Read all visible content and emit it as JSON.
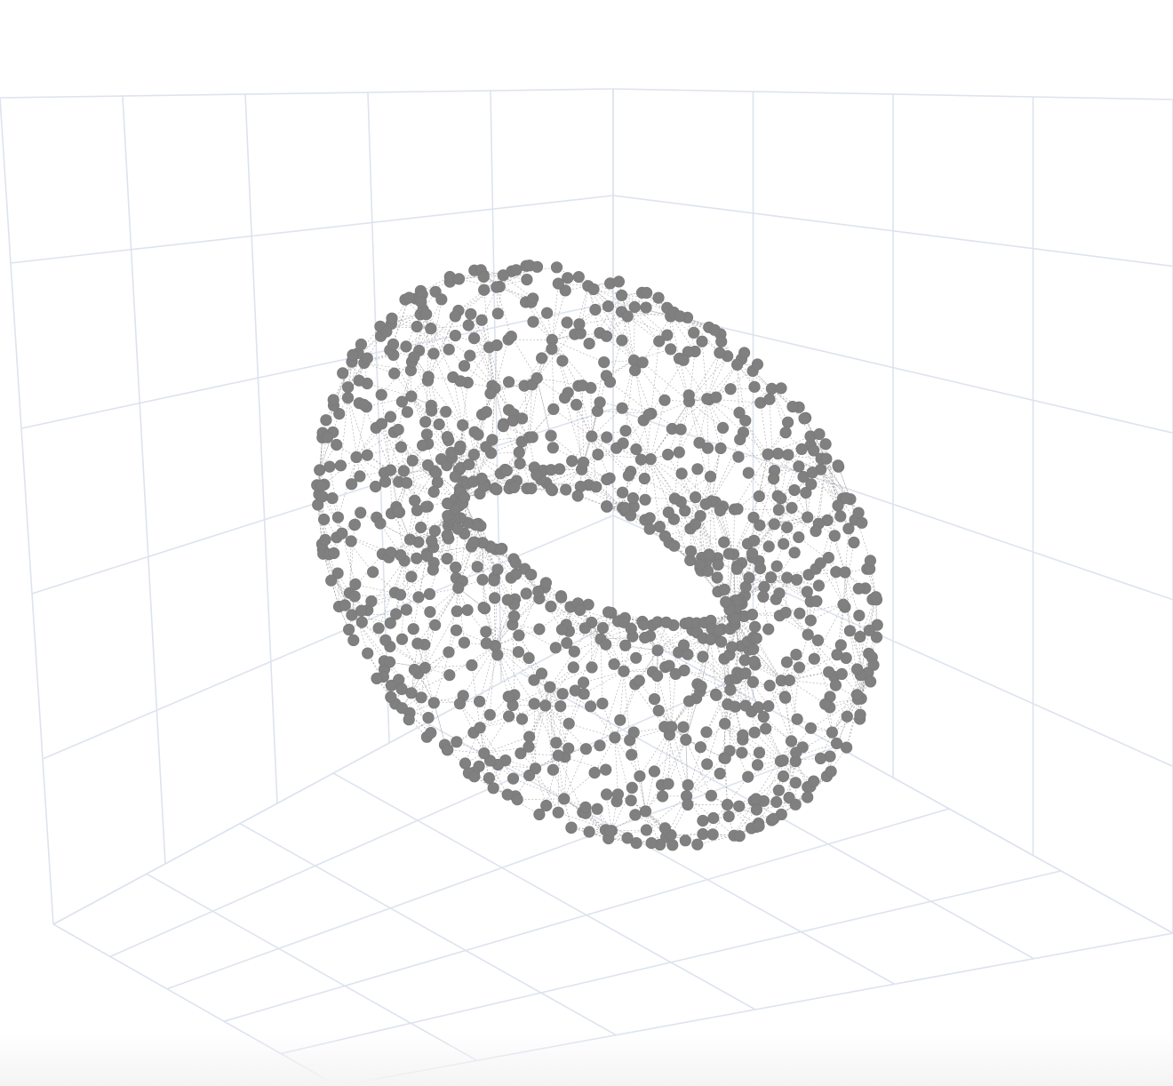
{
  "chart_data": {
    "type": "scatter3d",
    "title": "",
    "surface": "torus",
    "major_radius": 3,
    "minor_radius": 1,
    "n_points": 1000,
    "mesh_edges": "dotted",
    "marker_color": "#808080",
    "edge_color": "#9a9a9a",
    "grid_color": "#dde3ee",
    "background": "#ffffff",
    "grid": true,
    "axis_tick_labels": false,
    "legend": false
  }
}
